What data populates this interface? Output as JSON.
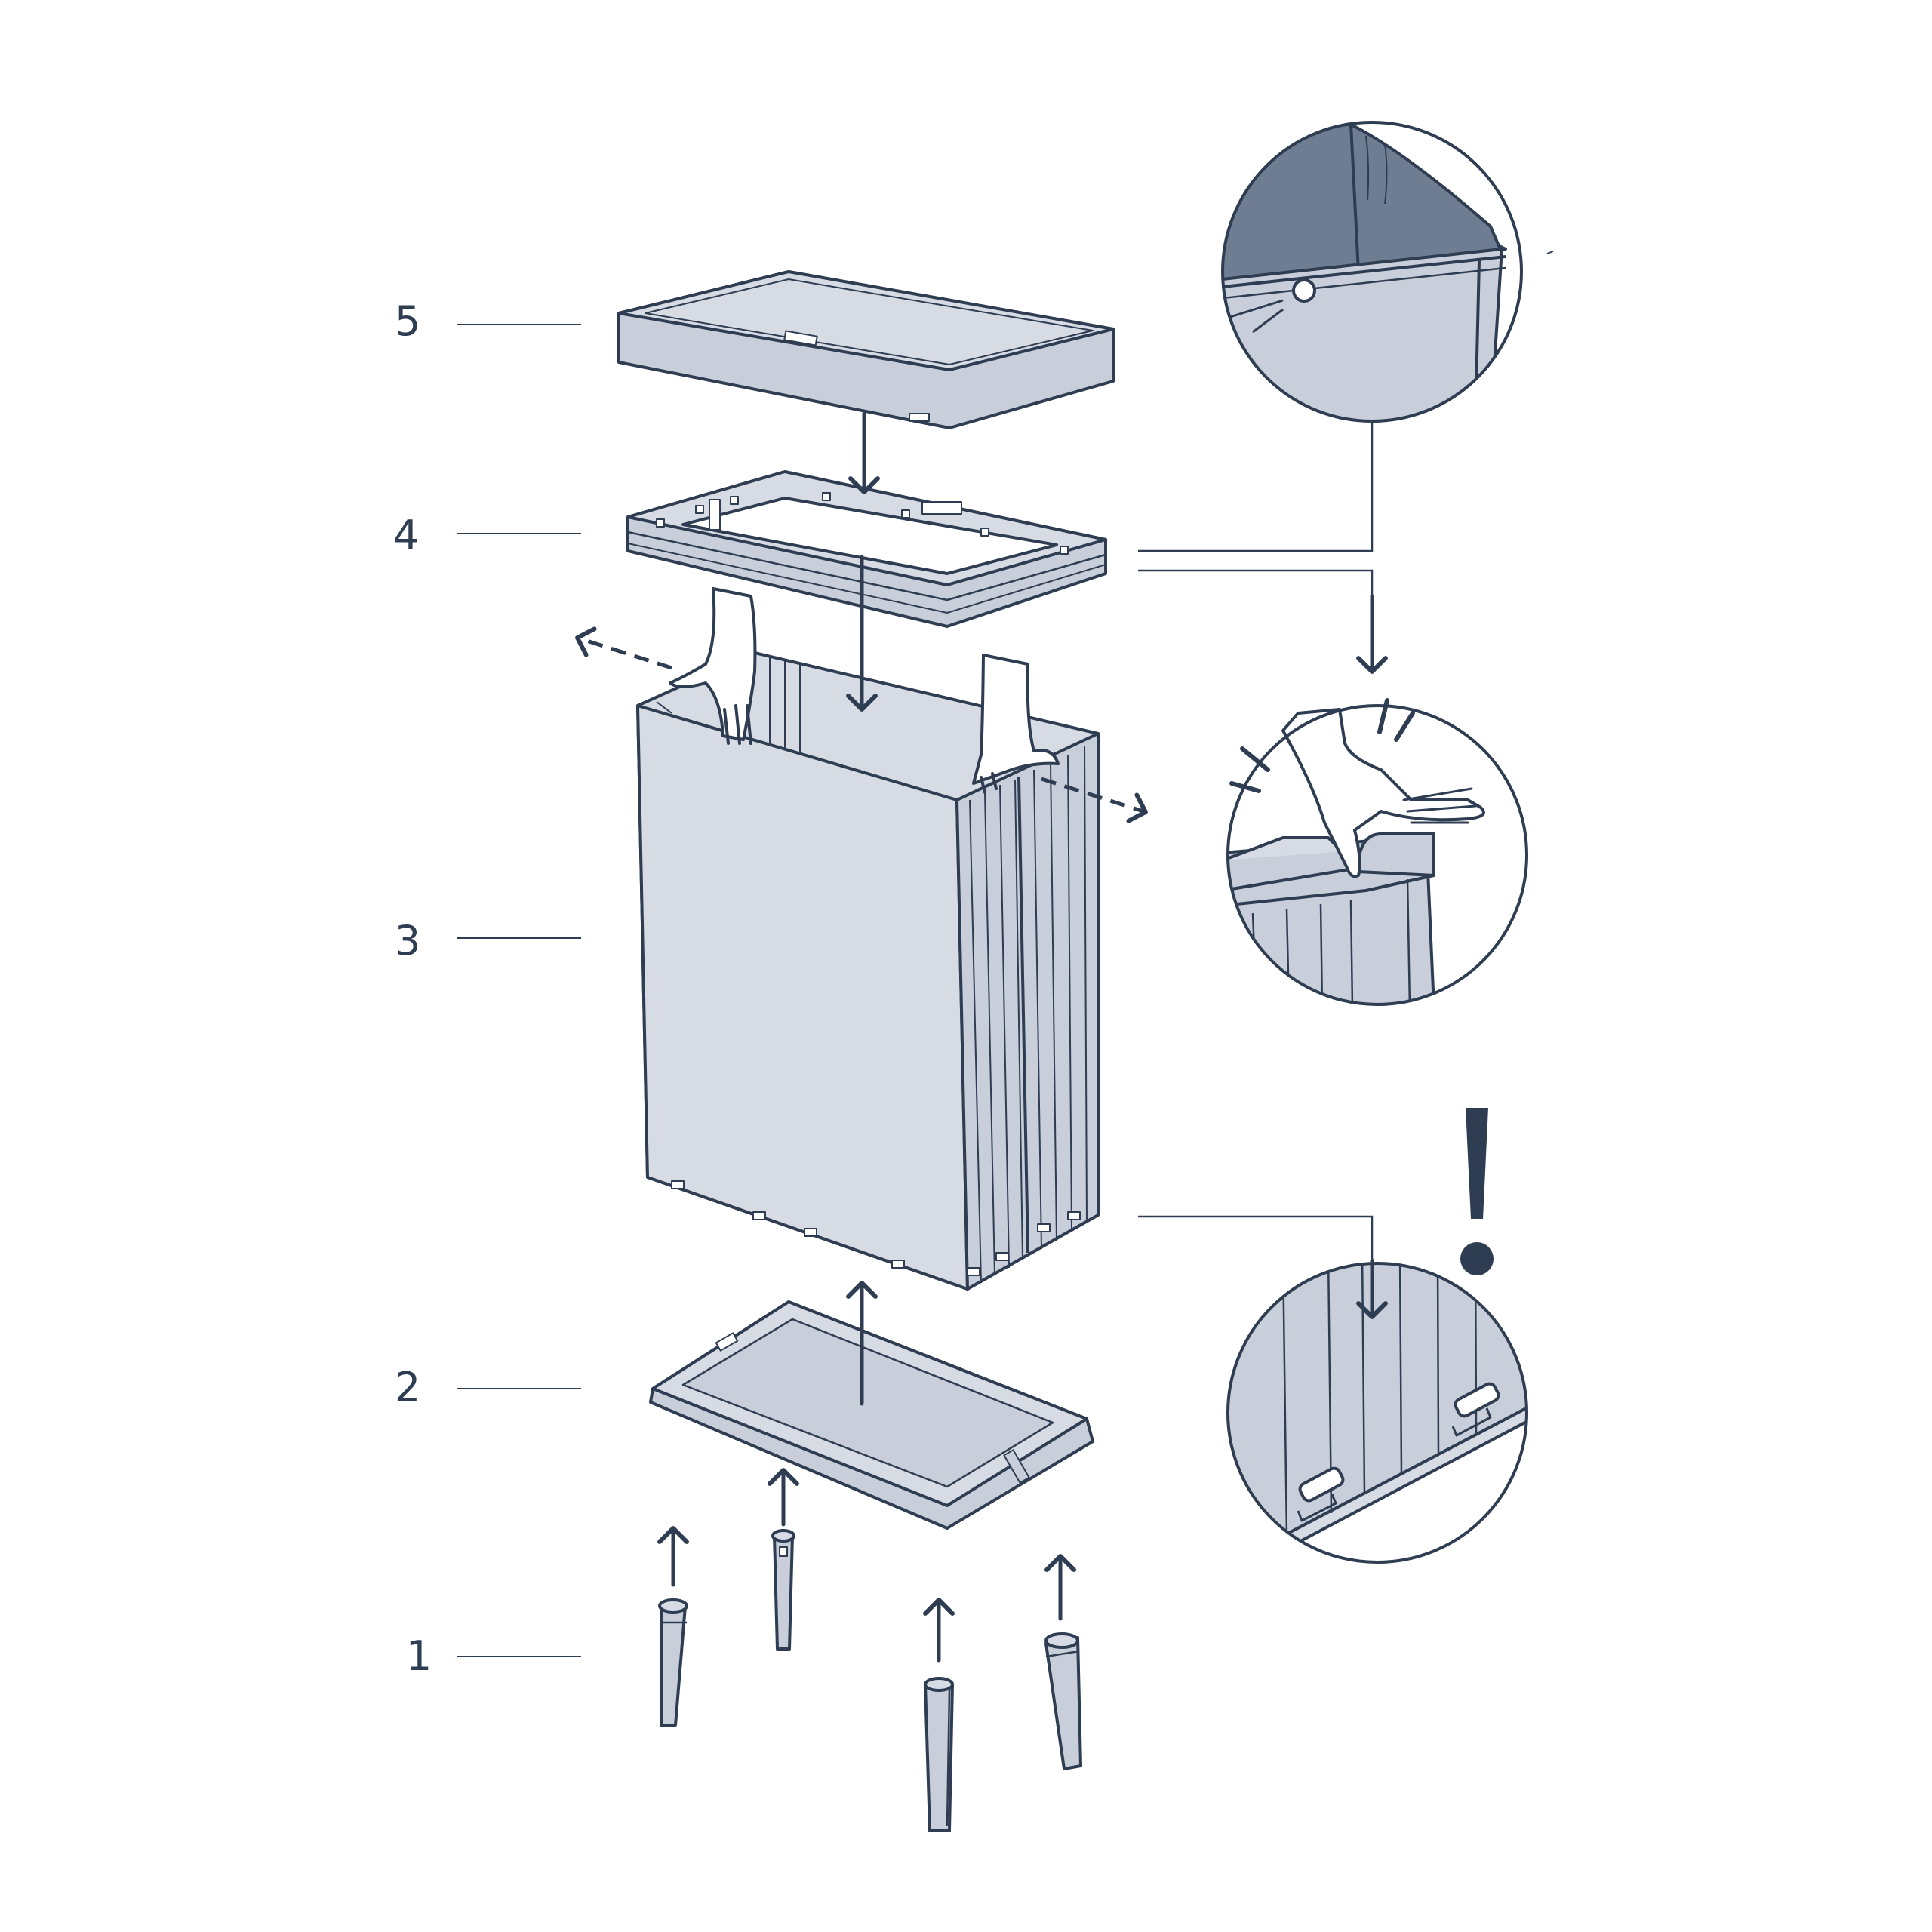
{
  "colors": {
    "ink": "#2f3d52",
    "fill": "#c8ceda",
    "fill_light": "#d6dbe4",
    "fill_dark": "#6f7d92",
    "leader": "#2f3d52",
    "background": "#ffffff"
  },
  "steps": [
    {
      "number": "5",
      "part": "lid"
    },
    {
      "number": "4",
      "part": "rim-frame"
    },
    {
      "number": "3",
      "part": "body"
    },
    {
      "number": "2",
      "part": "base-tray"
    },
    {
      "number": "1",
      "part": "legs"
    }
  ],
  "callouts": [
    {
      "name": "rim-clip-detail",
      "icon": "magnifier-circle-icon"
    },
    {
      "name": "press-down-detail",
      "icon": "hand-press-icon"
    },
    {
      "name": "base-slot-detail",
      "icon": "magnifier-circle-icon"
    }
  ],
  "warning": {
    "symbol": "!",
    "icon": "exclamation-icon"
  }
}
